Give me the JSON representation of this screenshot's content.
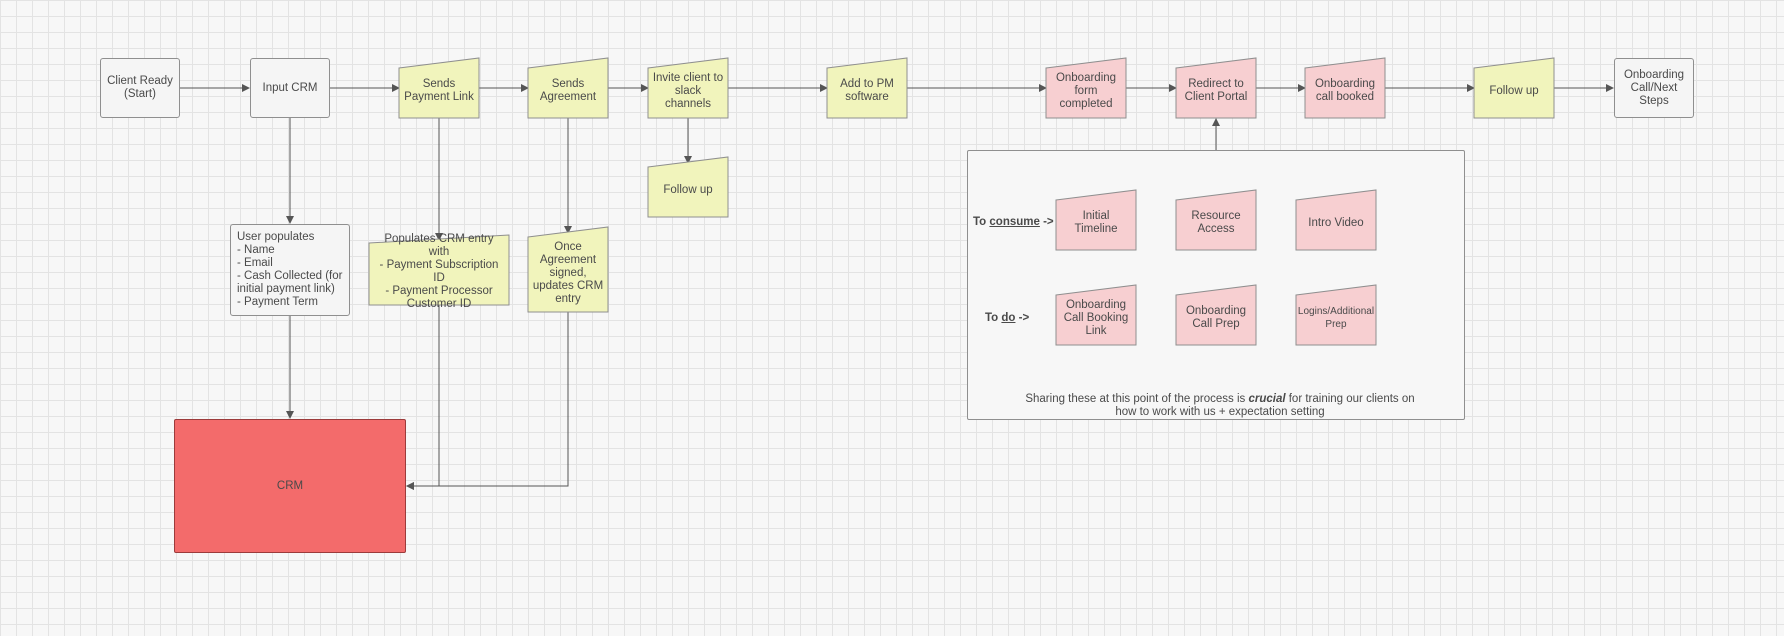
{
  "colors": {
    "plain_fill": "#f5f5f5",
    "yellow_fill": "#f1f4bc",
    "pink_fill": "#f7cfd1",
    "crm_fill": "#f36b6b",
    "stroke": "#8f8f8f",
    "edge": "#555555"
  },
  "nodes": {
    "client_ready": "Client Ready\n(Start)",
    "input_crm": "Input CRM",
    "sends_payment_link": "Sends\nPayment Link",
    "sends_agreement": "Sends\nAgreement",
    "invite_slack": "Invite client to\nslack channels",
    "add_pm": "Add to PM\nsoftware",
    "onboarding_form": "Onboarding\nform\ncompleted",
    "redirect_portal": "Redirect to\nClient Portal",
    "onboarding_call_booked": "Onboarding\ncall booked",
    "follow_up_top": "Follow up",
    "onboarding_call_next": "Onboarding\nCall/Next\nSteps",
    "follow_up_slack": "Follow up",
    "user_populates": "User populates\n- Name\n- Email\n- Cash Collected (for\ninitial payment link)\n- Payment Term",
    "populates_crm": "Populates CRM entry with\n- Payment Subscription ID\n- Payment Processor\nCustomer ID",
    "once_agreement": "Once\nAgreement\nsigned,\nupdates CRM\nentry",
    "crm": "CRM",
    "initial_timeline": "Initial Timeline",
    "resource_access": "Resource\nAccess",
    "intro_video": "Intro Video",
    "onboarding_call_booking_link": "Onboarding\nCall Booking\nLink",
    "onboarding_call_prep": "Onboarding\nCall Prep",
    "logins_prep": "Logins/Additional\nPrep"
  },
  "panel": {
    "consume_prefix": "To ",
    "consume_word": "consume",
    "consume_suffix": " ->",
    "do_prefix": "To ",
    "do_word": "do",
    "do_suffix": " ->",
    "note_before": "Sharing these at this point of the process is ",
    "note_emphasis": "crucial",
    "note_after": " for training our clients on\nhow to work with us + expectation setting"
  }
}
